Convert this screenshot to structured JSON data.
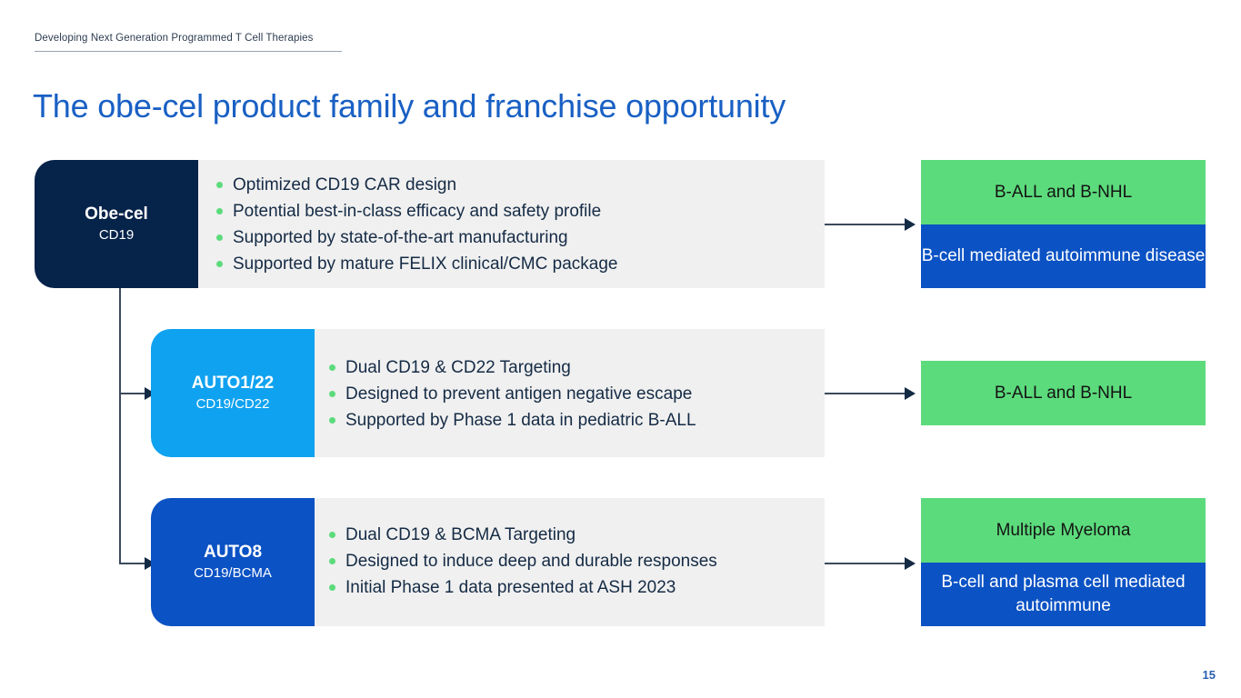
{
  "header": {
    "kicker": "Developing Next Generation Programmed T Cell Therapies",
    "title": "The obe-cel product family and franchise opportunity"
  },
  "rows": [
    {
      "chip": {
        "name": "Obe-cel",
        "sub": "CD19",
        "color": "#06234a"
      },
      "bullets": [
        "Optimized CD19 CAR design",
        "Potential best-in-class efficacy and safety profile",
        "Supported by state-of-the-art manufacturing",
        "Supported by mature FELIX clinical/CMC package"
      ],
      "outcomes": [
        {
          "label": "B-ALL and B-NHL",
          "style": "green"
        },
        {
          "label": "B-cell mediated autoimmune disease",
          "style": "blue"
        }
      ]
    },
    {
      "chip": {
        "name": "AUTO1/22",
        "sub": "CD19/CD22",
        "color": "#0fa2f0"
      },
      "bullets": [
        "Dual CD19 & CD22 Targeting",
        "Designed to prevent antigen negative escape",
        "Supported by Phase 1 data in pediatric B-ALL"
      ],
      "outcomes": [
        {
          "label": "B-ALL and B-NHL",
          "style": "green"
        }
      ]
    },
    {
      "chip": {
        "name": "AUTO8",
        "sub": "CD19/BCMA",
        "color": "#0b52c4"
      },
      "bullets": [
        "Dual CD19 & BCMA Targeting",
        "Designed to induce deep and durable responses",
        "Initial Phase 1 data presented at ASH 2023"
      ],
      "outcomes": [
        {
          "label": "Multiple Myeloma",
          "style": "green"
        },
        {
          "label": "B-cell and plasma cell mediated autoimmune",
          "style": "blue"
        }
      ]
    }
  ],
  "footer": {
    "page_number": "15"
  },
  "colors": {
    "accent_blue": "#1960c4",
    "navy": "#06234a",
    "cyan": "#0fa2f0",
    "blue": "#0b52c4",
    "green": "#5cdb7c",
    "panel_grey": "#f0f0f0",
    "bullet_green": "#5cdb7c",
    "connector": "#3c4a5c"
  }
}
